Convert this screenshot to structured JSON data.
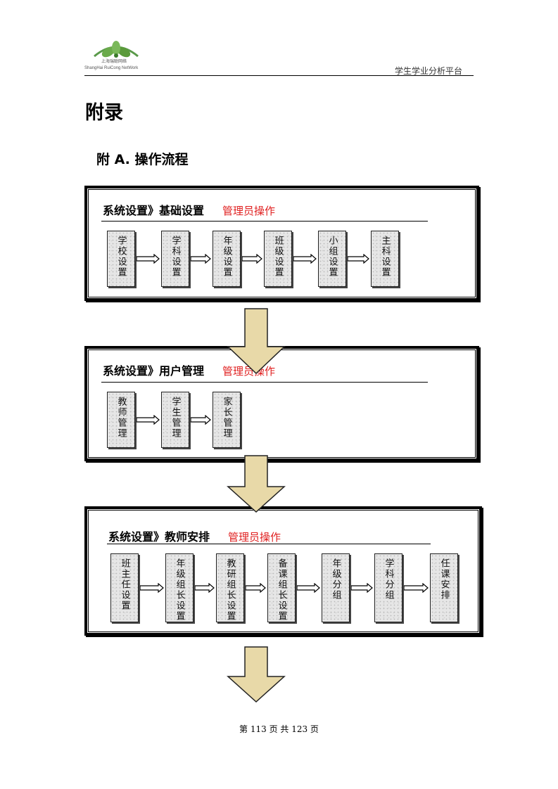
{
  "header": {
    "logo_cn": "上海瑞聪网络",
    "logo_en": "ShangHai RuiCong NetWork",
    "title": "学生学业分析平台"
  },
  "appendix_title": "附录",
  "section_title": "附 A.  操作流程",
  "sections": [
    {
      "title": "系统设置》基础设置",
      "role": "管理员操作",
      "steps": [
        "学校设置",
        "学科设置",
        "年级设置",
        "班级设置",
        "小组设置",
        "主科设置"
      ]
    },
    {
      "title": "系统设置》用户管理",
      "role": "管理员操作",
      "steps": [
        "教师管理",
        "学生管理",
        "家长管理"
      ]
    },
    {
      "title": "系统设置》教师安排",
      "role": "管理员操作",
      "steps": [
        "班主任设置",
        "年级组长设置",
        "教研组长设置",
        "备课组长设置",
        "年级分组",
        "学科分组",
        "任课安排"
      ]
    }
  ],
  "footer": "第 113 页 共 123 页",
  "colors": {
    "role": "#e02020",
    "big_arrow": "#e8d9a8"
  }
}
